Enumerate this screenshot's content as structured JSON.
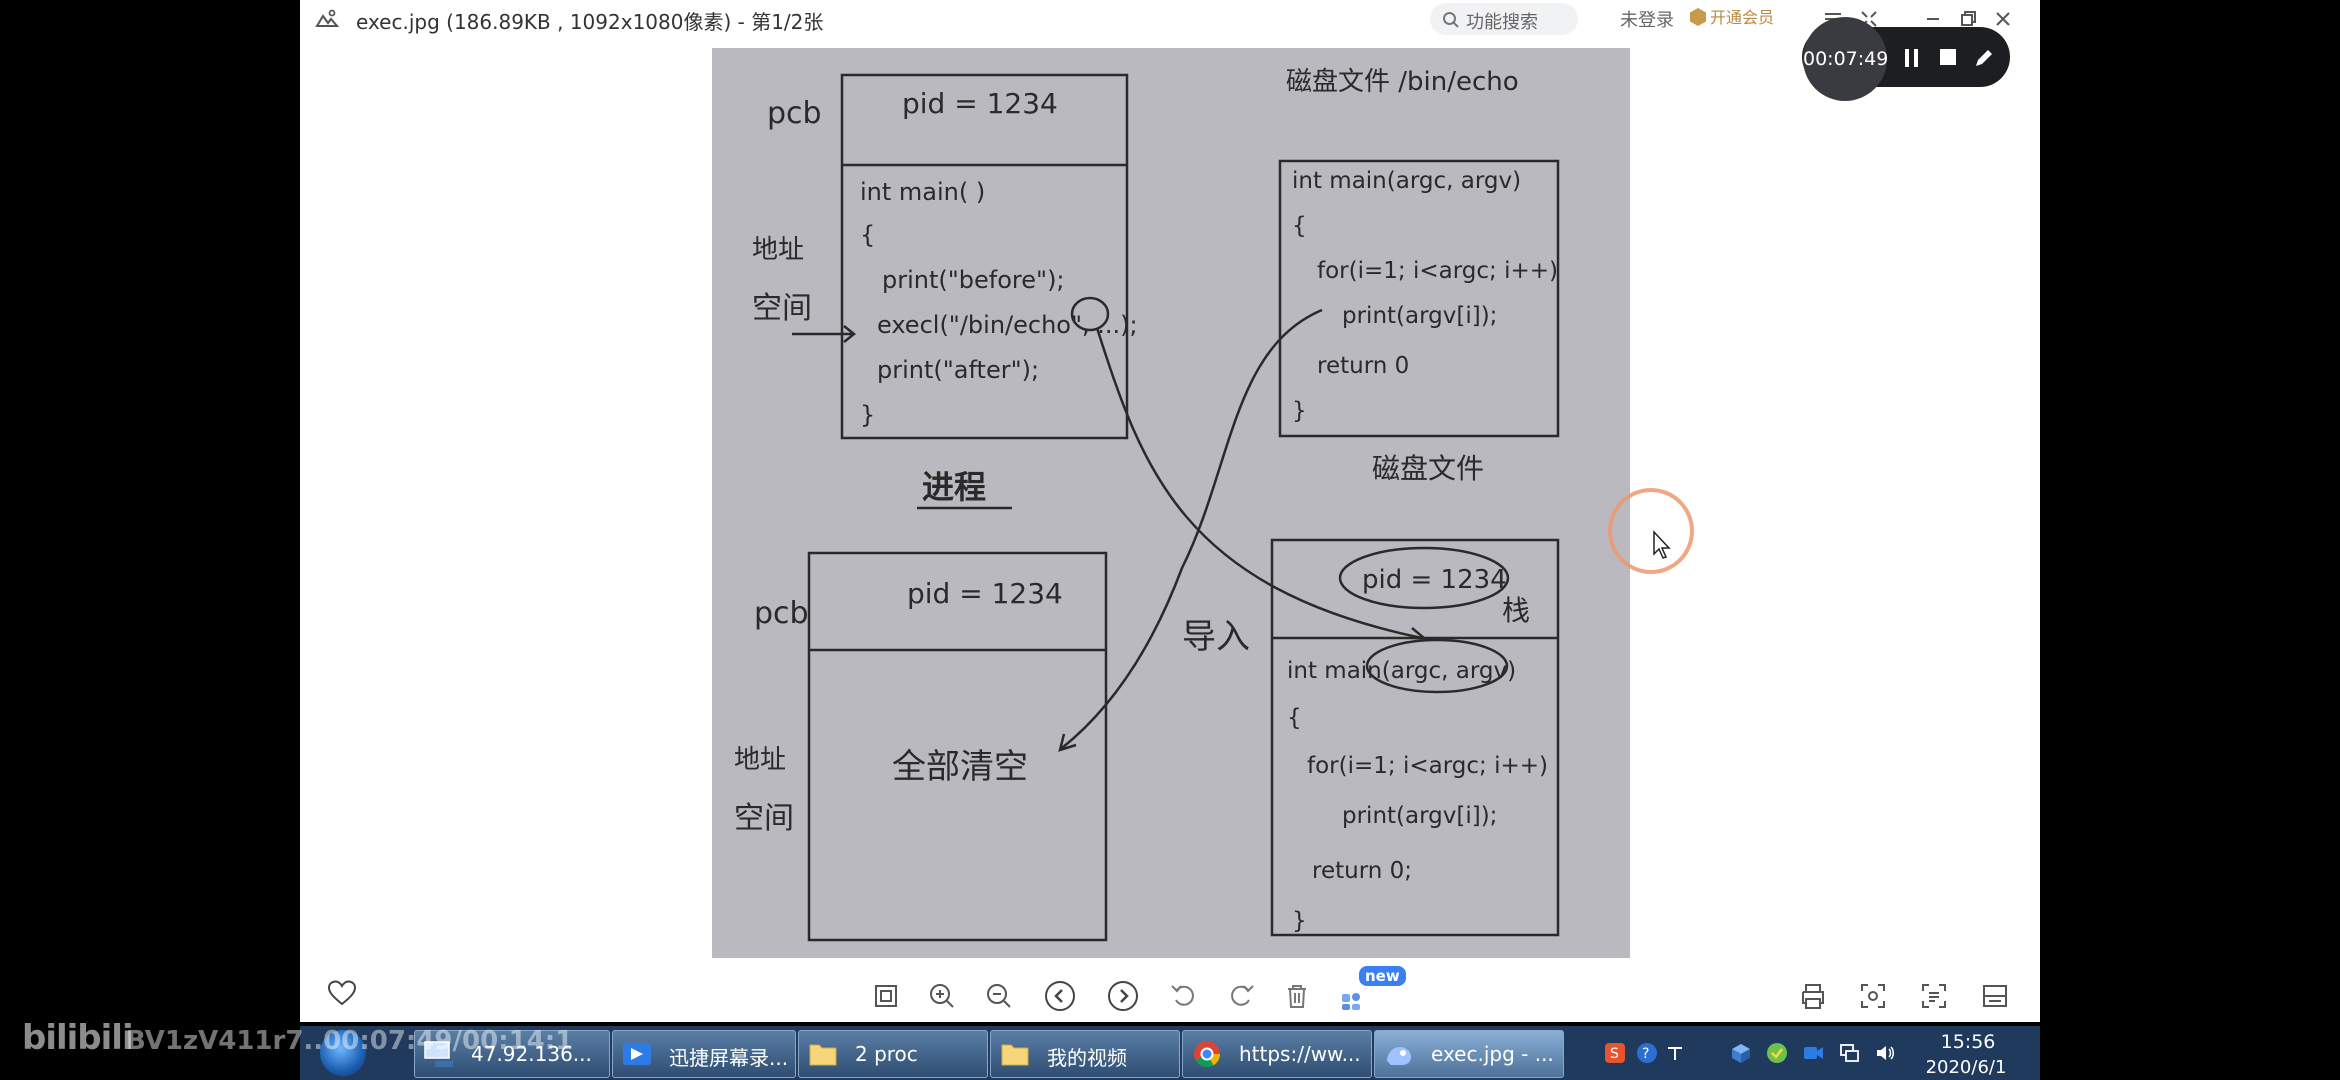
{
  "viewer": {
    "title": "exec.jpg (186.89KB , 1092x1080像素) - 第1/2张",
    "search_label": "功能搜索",
    "login_label": "未登录",
    "vip_label": "开通会员"
  },
  "recorder": {
    "time": "00:07:49"
  },
  "photo": {
    "top_left": {
      "pcb_label": "pcb",
      "pid": "pid = 1234",
      "addr_label_1": "地址",
      "addr_label_2": "空间",
      "code": [
        "int main(  )",
        "{",
        "print(\"before\");",
        "execl(\"/bin/echo\", ...);",
        "print(\"after\");",
        "}"
      ],
      "caption": "进程"
    },
    "top_right": {
      "title": "磁盘文件 /bin/echo",
      "code": [
        "int main(argc, argv)",
        "{",
        "for(i=1; i<argc; i++)",
        "print(argv[i]);",
        "return 0",
        "}"
      ],
      "caption": "磁盘文件"
    },
    "bottom_left": {
      "pcb_label": "pcb",
      "pid": "pid = 1234",
      "addr_label_1": "地址",
      "addr_label_2": "空间",
      "center_text": "全部清空"
    },
    "bottom_right": {
      "pid": "pid = 1234",
      "stack_label": "栈",
      "code": [
        "int main(argc, argv)",
        "{",
        "for(i=1; i<argc; i++)",
        "print(argv[i]);",
        "return 0;",
        "}"
      ]
    },
    "arrow_label": "导入"
  },
  "toolbar": {
    "new_badge": "new"
  },
  "taskbar": {
    "items": [
      {
        "label": "47.92.136...",
        "icon": "remote-desktop-icon"
      },
      {
        "label": "迅捷屏幕录...",
        "icon": "screen-recorder-icon"
      },
      {
        "label": "2 proc",
        "icon": "folder-icon"
      },
      {
        "label": "我的视频",
        "icon": "folder-icon"
      },
      {
        "label": "https://ww...",
        "icon": "chrome-icon"
      },
      {
        "label": "exec.jpg - ...",
        "icon": "image-viewer-icon"
      }
    ],
    "time": "15:56",
    "date": "2020/6/1"
  },
  "watermark": {
    "logo": "bilibili",
    "text": "BV1zV411r7..00:07:49/00:14:1"
  }
}
